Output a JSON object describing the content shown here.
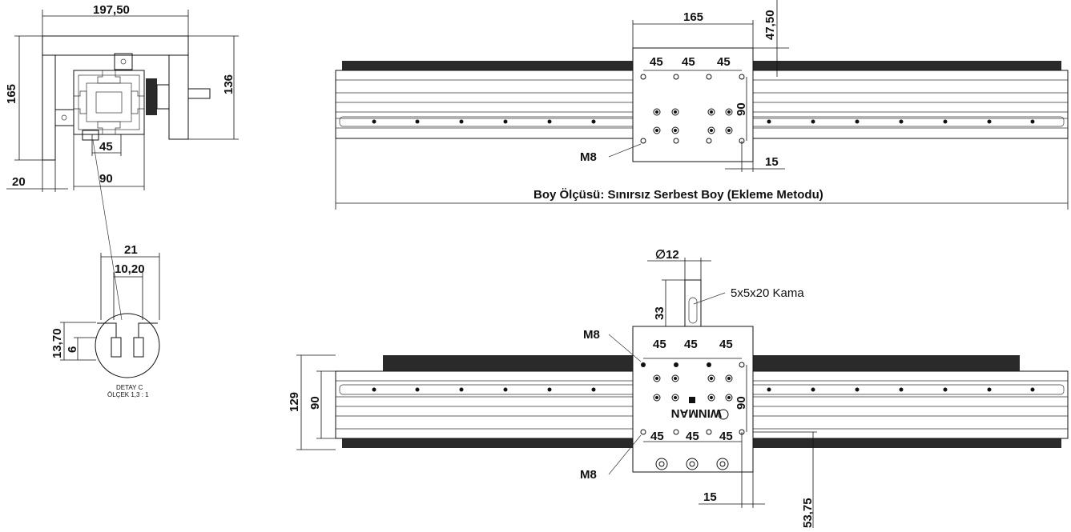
{
  "side_view": {
    "dim_width": "197,50",
    "dim_height": "165",
    "dim_right": "136",
    "dim_45": "45",
    "dim_90": "90",
    "dim_20": "20"
  },
  "detail_c": {
    "dim_21": "21",
    "dim_10_20": "10,20",
    "dim_13_70": "13,70",
    "dim_6": "6",
    "caption_line1": "DETAY C",
    "caption_line2": "ÖLÇEK 1,3 : 1"
  },
  "top_view": {
    "dim_165": "165",
    "dim_47_50": "47,50",
    "dim_45_a": "45",
    "dim_45_b": "45",
    "dim_45_c": "45",
    "dim_90": "90",
    "dim_15": "15",
    "label_m8": "M8",
    "length_label": "Boy Ölçüsü: Sınırsız Serbest Boy (Ekleme Metodu)"
  },
  "front_view": {
    "dim_diameter": "∅12",
    "key_label": "5x5x20 Kama",
    "dim_33": "33",
    "label_m8_top": "M8",
    "dim_45_a": "45",
    "dim_45_b": "45",
    "dim_45_c": "45",
    "dim_45_d": "45",
    "dim_45_e": "45",
    "dim_45_f": "45",
    "dim_90_right": "90",
    "dim_129": "129",
    "dim_90_left": "90",
    "label_m8_bottom": "M8",
    "dim_15": "15",
    "dim_53_75": "53,75",
    "brand": "WINMAN"
  }
}
